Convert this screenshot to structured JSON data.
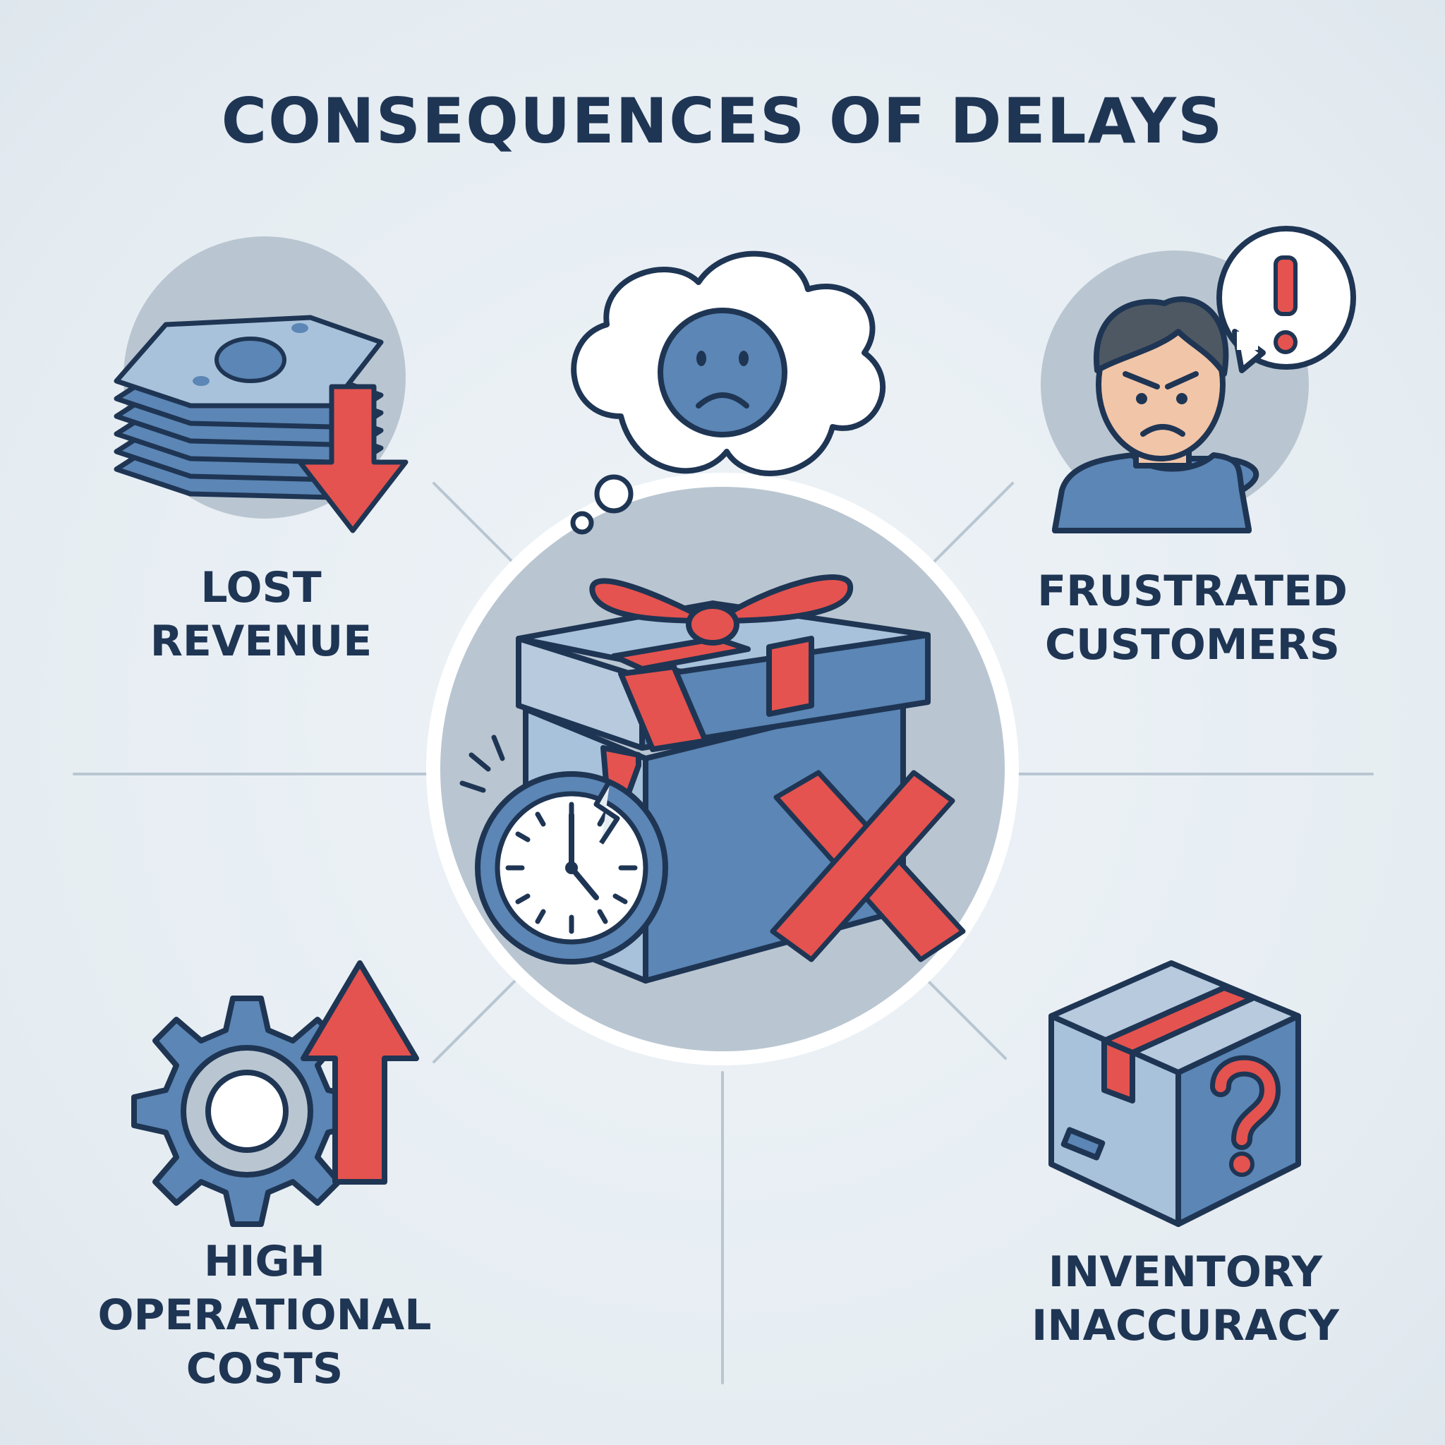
{
  "title": "CONSEQUENCES OF DELAYS",
  "center": {
    "icons": [
      "thought-cloud-sad-face-icon",
      "gift-box-icon",
      "broken-clock-icon",
      "red-x-icon"
    ]
  },
  "items": [
    {
      "lines": [
        "LOST",
        "REVENUE"
      ],
      "icon": "money-stack-down-arrow-icon"
    },
    {
      "lines": [
        "FRUSTRATED",
        "CUSTOMERS"
      ],
      "icon": "angry-customer-icon"
    },
    {
      "lines": [
        "HIGH",
        "OPERATIONAL",
        "COSTS"
      ],
      "icon": "gear-up-arrow-icon"
    },
    {
      "lines": [
        "INVENTORY",
        "INACCURACY"
      ],
      "icon": "package-question-icon"
    }
  ],
  "colors": {
    "navy": "#1f3554",
    "blue": "#5b86b5",
    "light_blue": "#a9c2db",
    "red": "#e4534f",
    "gray_circle": "#b9c6d1"
  }
}
